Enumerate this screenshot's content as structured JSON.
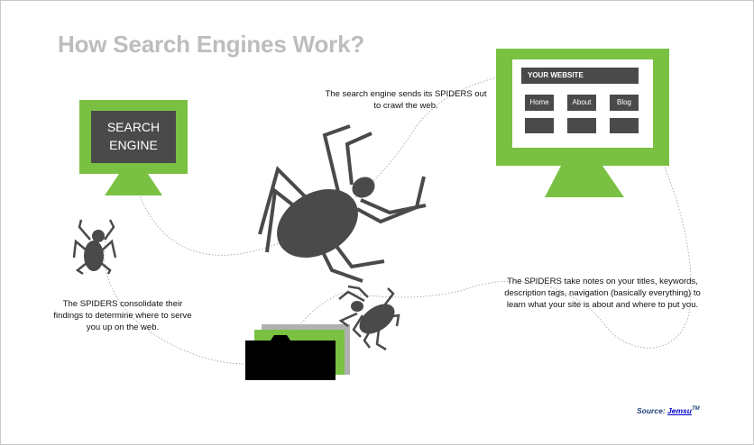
{
  "title": "How Search Engines Work?",
  "search_engine": {
    "line1": "SEARCH",
    "line2": "ENGINE"
  },
  "website": {
    "label": "YOUR WEBSITE",
    "nav": [
      "Home",
      "About",
      "Blog"
    ]
  },
  "captions": {
    "send_spiders": "The search engine sends its SPIDERS out to crawl the web.",
    "take_notes": "The SPIDERS take notes on your titles, keywords, description tags, navigation (basically everything) to learn what your site is about and where to put you.",
    "consolidate": "The SPIDERS consolidate their findings to determine where to serve you up on the web."
  },
  "source": {
    "prefix": "Source: ",
    "link_text": "Jemsu",
    "suffix": "TM"
  },
  "colors": {
    "accent_green": "#7ac143",
    "dark_gray": "#444444",
    "title_gray": "#bdbdbd",
    "folder_black": "#000000"
  },
  "icons": [
    "monitor-icon",
    "spider-icon",
    "folder-icon"
  ]
}
